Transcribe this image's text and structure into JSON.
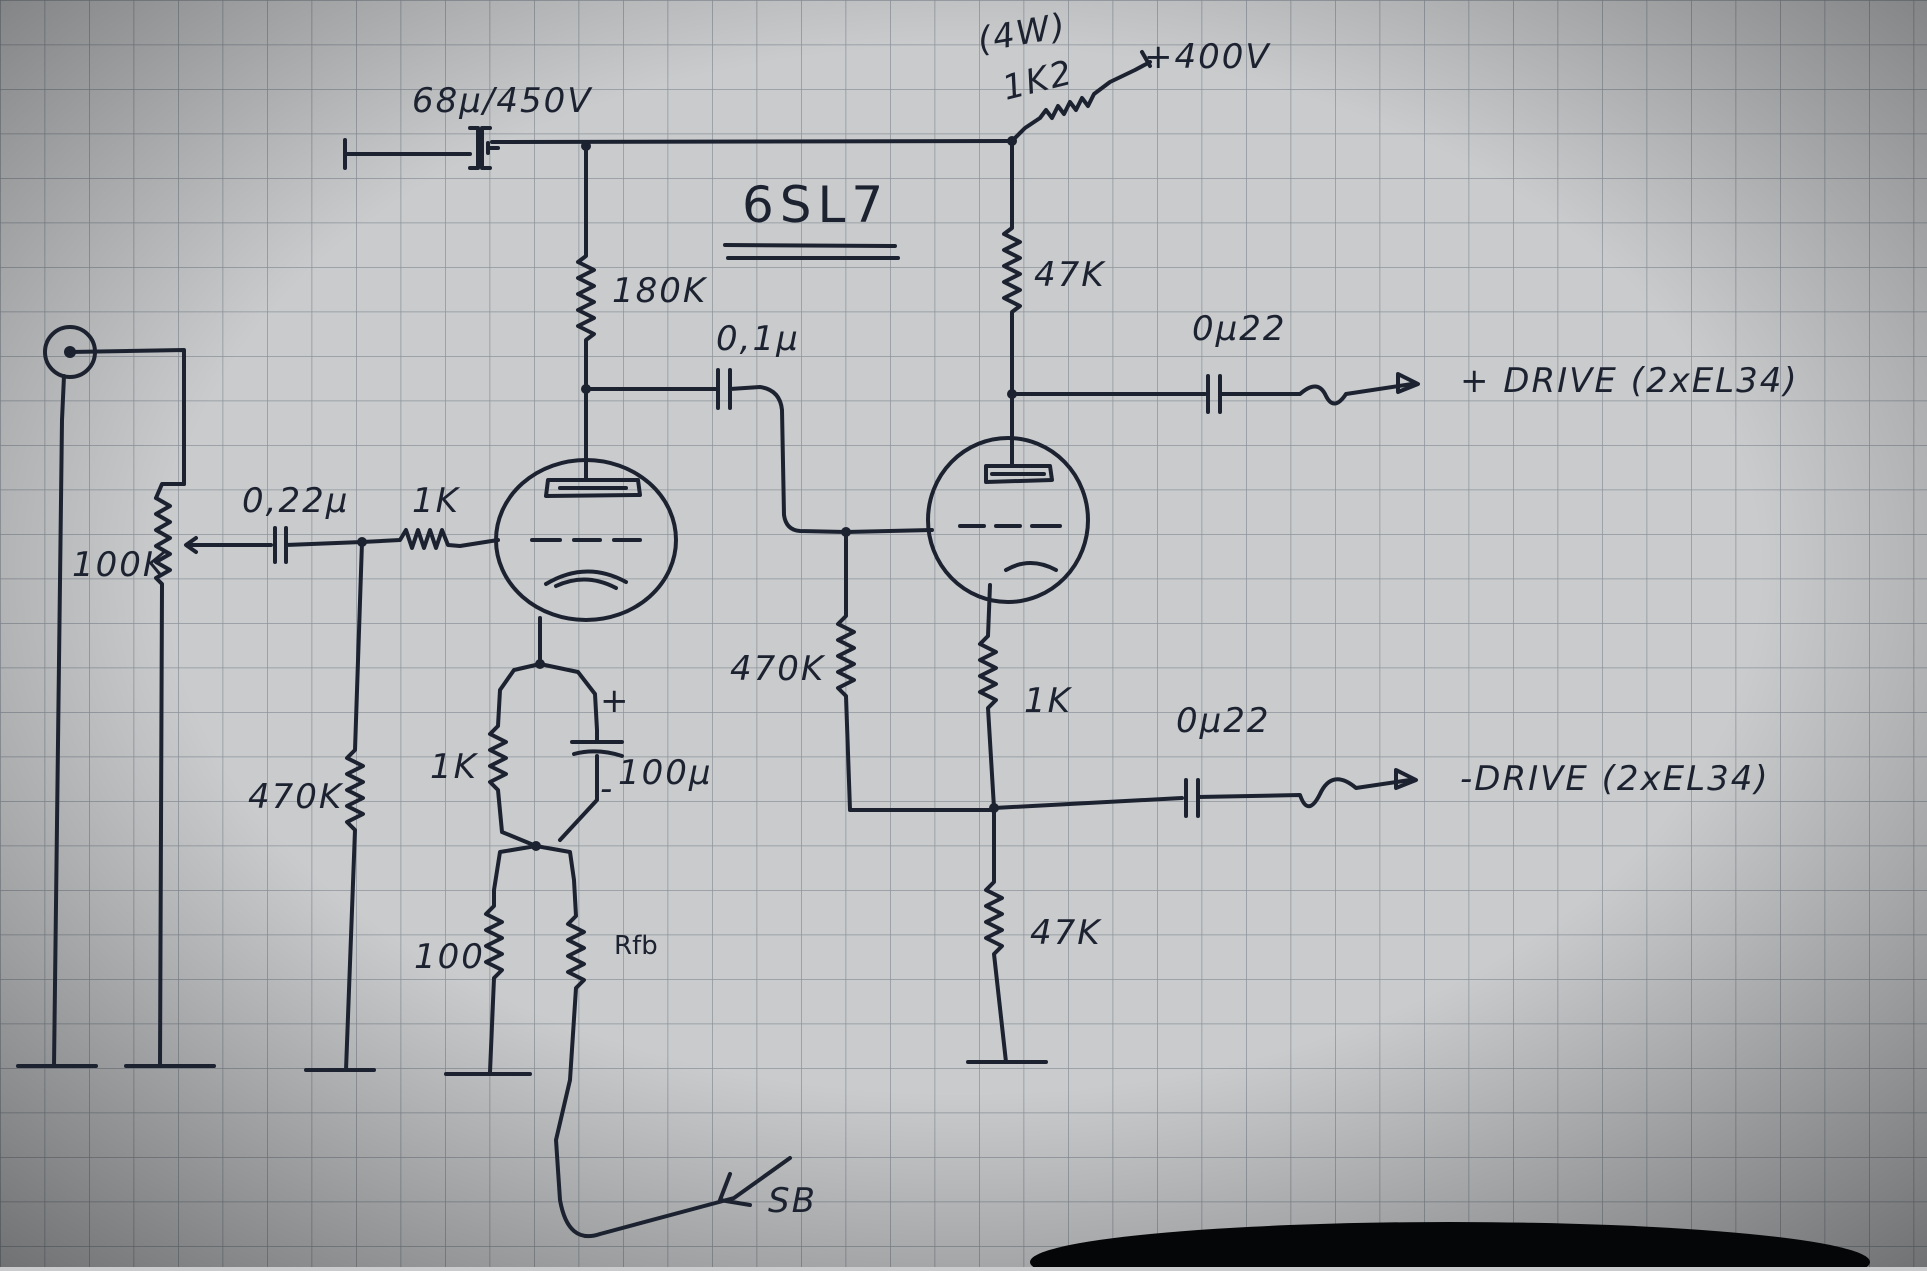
{
  "tube_type": "6SL7",
  "labels": {
    "supply_cap": "68µ/450V",
    "power_rating": "(4W)",
    "dropper": "1K2",
    "supply_voltage": "+400V",
    "plate_load_v1": "180K",
    "coupling_cap": "0,1µ",
    "plate_load_v2": "47K",
    "out_cap_pos": "0µ22",
    "drive_pos": "+ DRIVE (2xEL34)",
    "input_pot": "100K",
    "input_cap": "0,22µ",
    "grid_stopper": "1K",
    "grid_leak_v1": "470K",
    "cathode_resistor_v1": "1K",
    "bypass_cap": "100µ",
    "plus_sign": "+",
    "minus_sign": "-",
    "shunt_resistor": "100",
    "feedback_resistor": "Rfb",
    "feedback_source": "SB",
    "grid_leak_v2": "470K",
    "cathode_resistor_v2": "1K",
    "out_cap_neg": "0µ22",
    "drive_neg": "-DRIVE (2xEL34)",
    "tail_resistor": "47K"
  },
  "colors": {
    "paper": "#c9cbcd",
    "grid": "#8d949c",
    "ink": "#1c2230"
  }
}
